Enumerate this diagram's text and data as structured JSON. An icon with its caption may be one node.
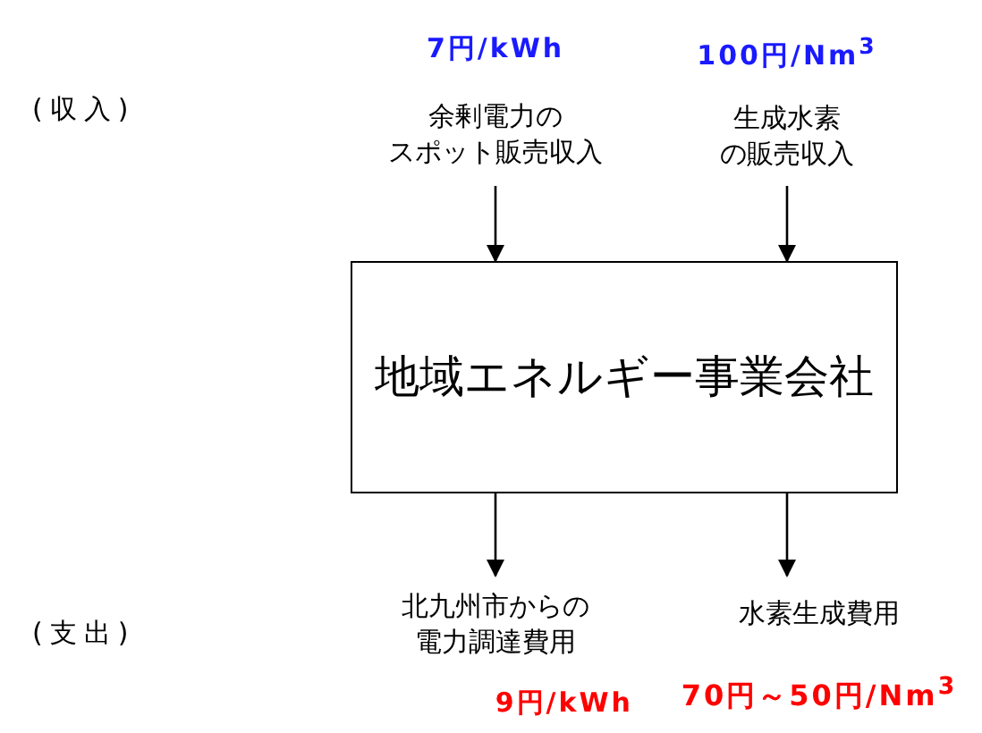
{
  "diagram": {
    "nodes": [
      {
        "text": [
          "7円/kWh",
          "余剰電力のスポット販売収入"
        ]
      },
      {
        "text": [
          "100円/Nm$^{3}$",
          "生成水素の販売収入"
        ]
      },
      {
        "text": [
          "地域エネルギー事業会社"
        ]
      },
      {
        "text": [
          "北九州市からの電力調達費用",
          "9円/kWh"
        ]
      },
      {
        "text": [
          "水素生成費用",
          "70円～50円/Nm$^{3}$"
        ]
      }
    ],
    "edges": [
      {
        "from": 0,
        "to": 2,
        "arrow": "to"
      },
      {
        "from": 1,
        "to": 2,
        "arrow": "to"
      },
      {
        "from": 2,
        "to": 3,
        "arrow": "to"
      },
      {
        "from": 2,
        "to": 4,
        "arrow": "to"
      }
    ],
    "labels": [
      "(収入)",
      "(支出)"
    ]
  }
}
